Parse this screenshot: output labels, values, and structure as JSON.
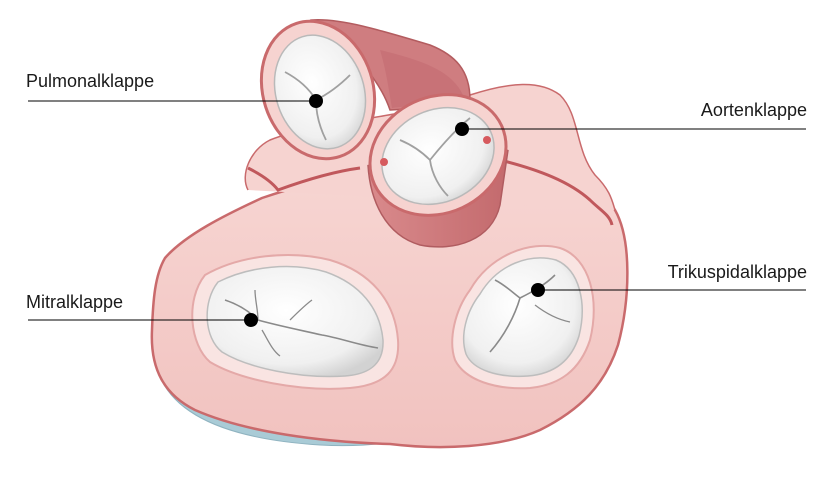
{
  "labels": {
    "pulmonary": "Pulmonalklappe",
    "aortic": "Aortenklappe",
    "mitral": "Mitralklappe",
    "tricuspid": "Trikuspidalklappe"
  },
  "colors": {
    "tissue_fill": "#f4c9c6",
    "tissue_light": "#f9dedb",
    "tissue_edge": "#c96a6c",
    "vessel_dark": "#cf7d80",
    "valve_white": "#f2f2f2",
    "valve_shadow": "#d9d9d9",
    "blue_base": "#a9cbd6",
    "leader_line": "#000000"
  }
}
